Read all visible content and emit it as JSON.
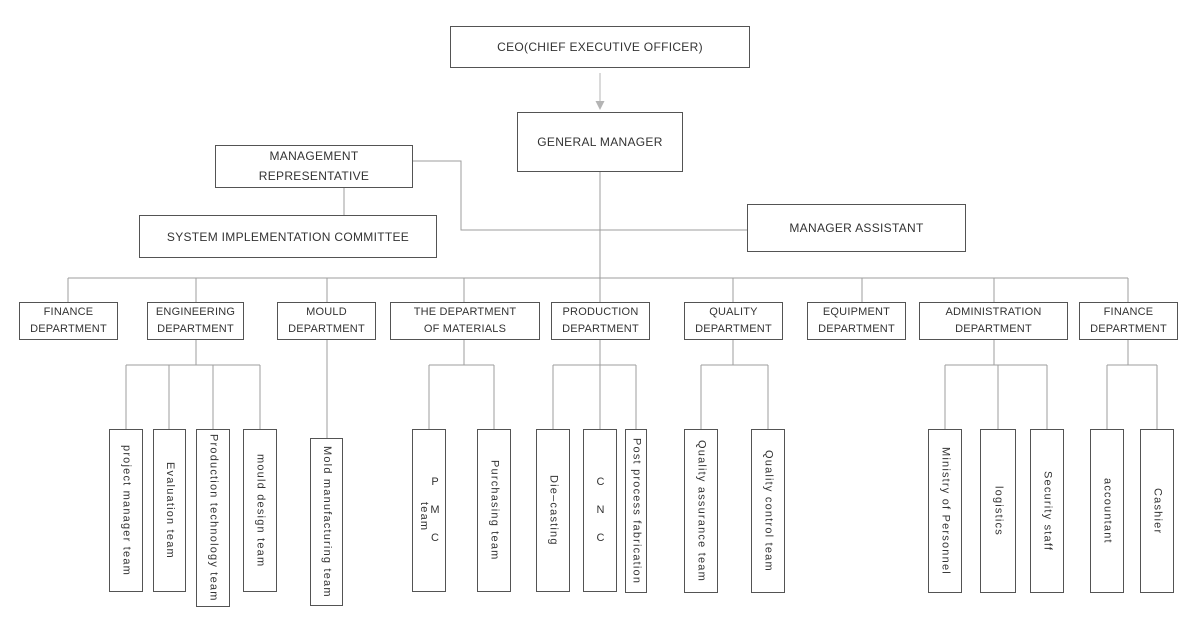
{
  "colors": {
    "box_border": "#545454",
    "connector_line": "#9e9e9e",
    "arrow": "#b4b4b4",
    "text": "#333333"
  },
  "top": {
    "ceo": "CEO(CHIEF EXECUTIVE OFFICER)",
    "general_manager": "GENERAL MANAGER",
    "management_representative": {
      "lines": [
        "MANAGEMENT",
        "REPRESENTATIVE"
      ]
    },
    "system_implementation_committee": "SYSTEM IMPLEMENTATION COMMITTEE",
    "manager_assistant": "MANAGER ASSISTANT"
  },
  "departments": [
    {
      "id": "finance-left",
      "lines": [
        "FINANCE",
        "DEPARTMENT"
      ]
    },
    {
      "id": "engineering",
      "lines": [
        "ENGINEERING",
        "DEPARTMENT"
      ]
    },
    {
      "id": "mould",
      "lines": [
        "MOULD",
        "DEPARTMENT"
      ]
    },
    {
      "id": "materials",
      "lines": [
        "THE DEPARTMENT",
        "OF MATERIALS"
      ]
    },
    {
      "id": "production",
      "lines": [
        "PRODUCTION",
        "DEPARTMENT"
      ]
    },
    {
      "id": "quality",
      "lines": [
        "QUALITY",
        "DEPARTMENT"
      ]
    },
    {
      "id": "equipment",
      "lines": [
        "EQUIPMENT",
        "DEPARTMENT"
      ]
    },
    {
      "id": "administration",
      "lines": [
        "ADMINISTRATION",
        "DEPARTMENT"
      ]
    },
    {
      "id": "finance-right",
      "lines": [
        "FINANCE",
        "DEPARTMENT"
      ]
    }
  ],
  "teams": [
    {
      "id": "project-manager-team",
      "label": "project manager team"
    },
    {
      "id": "evaluation-team",
      "label": "Evaluation team"
    },
    {
      "id": "production-technology-team",
      "label": "Production technology team"
    },
    {
      "id": "mould-design-team",
      "label": "mould design team"
    },
    {
      "id": "mold-manufacturing-team",
      "label": "Mold manufacturing team"
    },
    {
      "id": "pmc-team",
      "upright": "P M C",
      "label": "team"
    },
    {
      "id": "purchasing-team",
      "label": "Purchasing team"
    },
    {
      "id": "die-casting",
      "label": "Die–casting"
    },
    {
      "id": "cnc",
      "upright": "C N C",
      "label": ""
    },
    {
      "id": "post-process-fabrication",
      "label": "Post process fabrication"
    },
    {
      "id": "quality-assurance-team",
      "label": "Quality assurance team"
    },
    {
      "id": "quality-control-team",
      "label": "Quality control team"
    },
    {
      "id": "ministry-of-personnel",
      "label": "Ministry of Personnel"
    },
    {
      "id": "logistics",
      "label": "logistics"
    },
    {
      "id": "security-staff",
      "label": "Security staff"
    },
    {
      "id": "accountant",
      "label": "accountant"
    },
    {
      "id": "cashier",
      "label": "Cashier"
    }
  ]
}
